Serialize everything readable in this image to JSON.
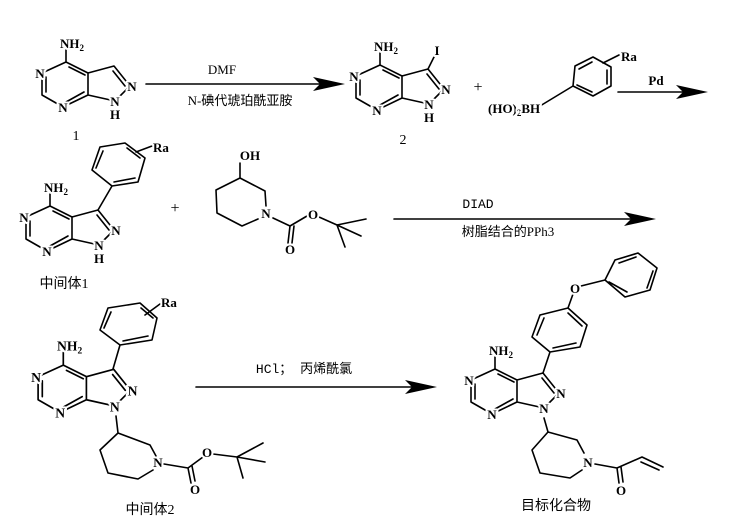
{
  "compound_1": {
    "label": "1",
    "atoms": {
      "nh": "NH",
      "nh_sub": "2",
      "n3": "N",
      "n7": "N",
      "n2": "N",
      "n1": "N",
      "h": "H"
    }
  },
  "compound_2": {
    "label": "2",
    "atoms": {
      "nh": "NH",
      "nh_sub": "2",
      "n3": "N",
      "n7": "N",
      "n2": "N",
      "n1": "N",
      "h": "H",
      "iodo": "I"
    }
  },
  "boronic_acid": {
    "boron_pre": "(HO)",
    "boron_sub": "2",
    "boron_post": "BH",
    "ra": "Ra"
  },
  "intermediate_1": {
    "label": "中间体1",
    "atoms": {
      "nh": "NH",
      "nh_sub": "2",
      "n3": "N",
      "n7": "N",
      "n2": "N",
      "n1": "N",
      "h": "H",
      "ra": "Ra"
    }
  },
  "piperidinol": {
    "atoms": {
      "oh": "OH",
      "n": "N",
      "o_carbonyl": "O",
      "o_ester": "O"
    }
  },
  "intermediate_2": {
    "label": "中间体2",
    "atoms": {
      "nh": "NH",
      "nh_sub": "2",
      "n3": "N",
      "n7": "N",
      "n2": "N",
      "n1": "N",
      "ra": "Ra",
      "n_pip": "N",
      "o_carbonyl": "O",
      "o_ester": "O"
    }
  },
  "target": {
    "label": "目标化合物",
    "atoms": {
      "nh": "NH",
      "nh_sub": "2",
      "n3": "N",
      "n7": "N",
      "n2": "N",
      "n1": "N",
      "o_ether": "O",
      "n_pip": "N",
      "o_carbonyl": "O"
    }
  },
  "plus_signs": [
    "+",
    "+"
  ],
  "steps": {
    "step1": {
      "above": "DMF",
      "below": "N-碘代琥珀酰亚胺"
    },
    "step2": {
      "above": "Pd"
    },
    "step3": {
      "above": "DIAD",
      "below": "树脂结合的PPh3"
    },
    "step4": {
      "above": "HCl； 丙烯酰氯"
    }
  }
}
